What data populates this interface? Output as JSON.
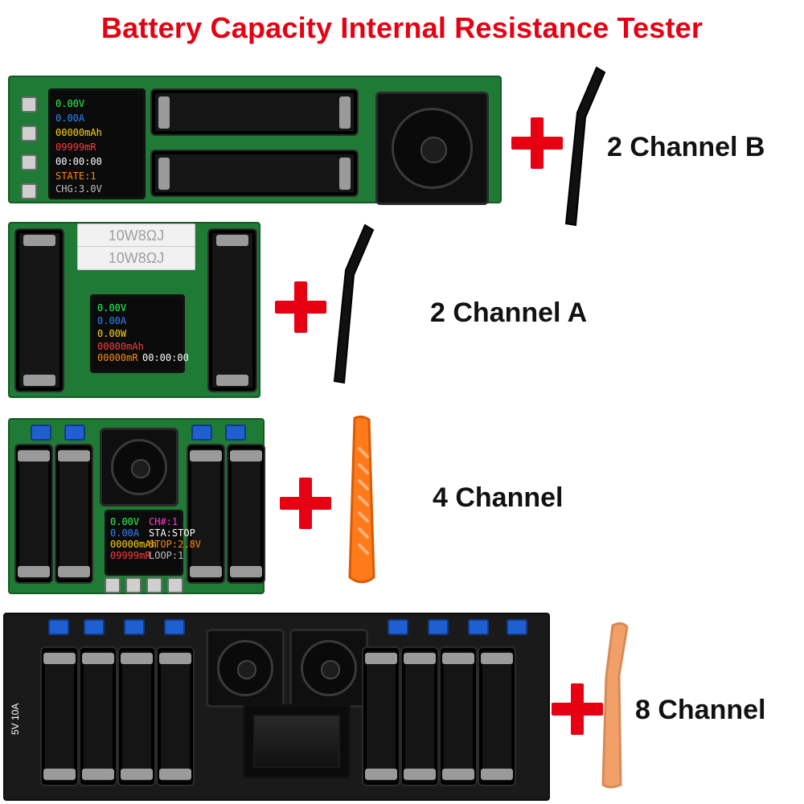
{
  "page": {
    "title": "Battery Capacity Internal Resistance Tester",
    "accent_color": "#e60012",
    "text_color": "#111111"
  },
  "products": [
    {
      "id": "2b",
      "label": "2 Channel B",
      "tool": {
        "color": "#111111"
      },
      "plus_icon": "plus-icon",
      "lcd": [
        "0.00V",
        "0.00A",
        "00000mAh",
        "09999mR",
        "00:00:00",
        "STATE:1",
        "CHG:3.0V"
      ]
    },
    {
      "id": "2a",
      "label": "2 Channel A",
      "tool": {
        "color": "#111111"
      },
      "plus_icon": "plus-icon",
      "resistors": [
        "10W8ΩJ",
        "10W8ΩJ"
      ],
      "lcd": [
        "0.00V",
        "0.00A",
        "0.00W",
        "00000mAh",
        "00000mR",
        "00:00:00"
      ]
    },
    {
      "id": "4",
      "label": "4 Channel",
      "tool": {
        "color": "#ff7a1a"
      },
      "plus_icon": "plus-icon",
      "lcd": [
        "0.00V",
        "0.00A",
        "00000mAh",
        "09999mR",
        "STA:STOP",
        "STOP:2.8V",
        "LOOP:1",
        "CH#:1"
      ]
    },
    {
      "id": "8",
      "label": "8 Channel",
      "tool": {
        "color": "#f2a06a"
      },
      "plus_icon": "plus-icon",
      "board_text": "5V 10A"
    }
  ]
}
